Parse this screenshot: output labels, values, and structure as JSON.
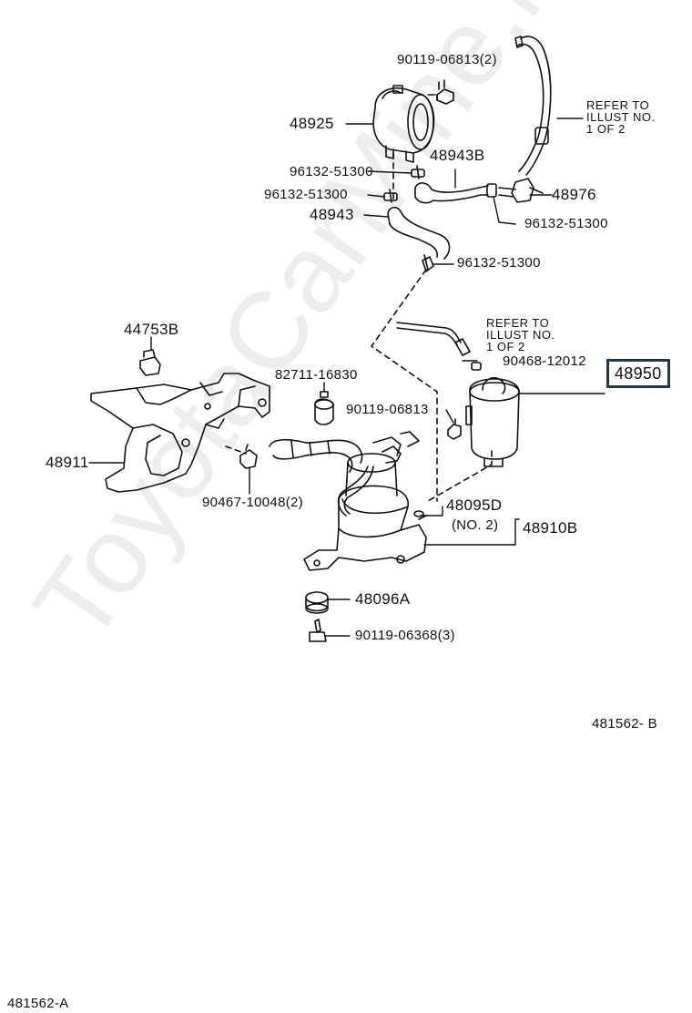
{
  "watermark": "ToyotaCarMine.ru",
  "labels": {
    "p_90119_06813_2": "90119-06813(2)",
    "p_48925": "48925",
    "p_48943B": "48943B",
    "p_96132_51300_a": "96132-51300",
    "p_96132_51300_b": "96132-51300",
    "p_48943": "48943",
    "p_48976": "48976",
    "p_96132_51300_c": "96132-51300",
    "p_96132_51300_d": "96132-51300",
    "refer_1": "REFER TO\nILLUST NO.\n1 OF 2",
    "refer_2": "REFER TO\nILLUST NO.\n1 OF 2",
    "p_44753B": "44753B",
    "p_90468_12012": "90468-12012",
    "p_48950": "48950",
    "p_82711_16830": "82711-16830",
    "p_90119_06813": "90119-06813",
    "p_48911": "48911",
    "p_90467_10048_2": "90467-10048(2)",
    "p_48095D": "48095D",
    "p_no2": "(NO. 2)",
    "p_48910B": "48910B",
    "p_48096A": "48096A",
    "p_90119_06368_3": "90119-06368(3)",
    "ref_b": "481562- B",
    "ref_a": "481562-A"
  }
}
